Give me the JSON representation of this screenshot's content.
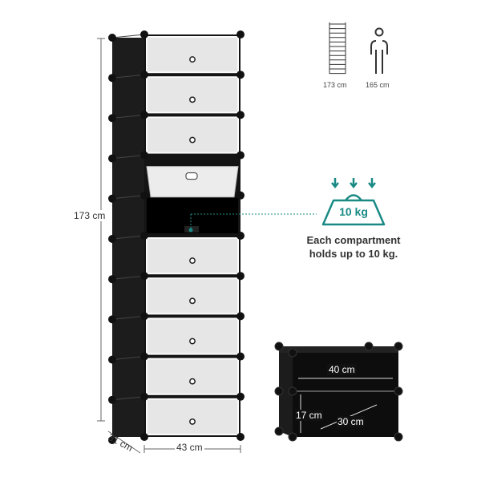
{
  "dimensions": {
    "height": "173 cm",
    "depth": "31 cm",
    "width": "43 cm"
  },
  "comparison": {
    "shelf_height": "173 cm",
    "person_height": "165 cm"
  },
  "load": {
    "weight": "10 kg",
    "caption_line1": "Each compartment",
    "caption_line2": "holds up to 10 kg."
  },
  "cube_detail": {
    "width": "40 cm",
    "height": "17 cm",
    "depth": "30 cm"
  },
  "product": {
    "compartments": 10,
    "open_compartment_index": 4,
    "tilted_door_index": 3
  },
  "colors": {
    "accent": "#1a8a85",
    "frame": "#1c1c1c",
    "door": "#e6e6e6"
  }
}
